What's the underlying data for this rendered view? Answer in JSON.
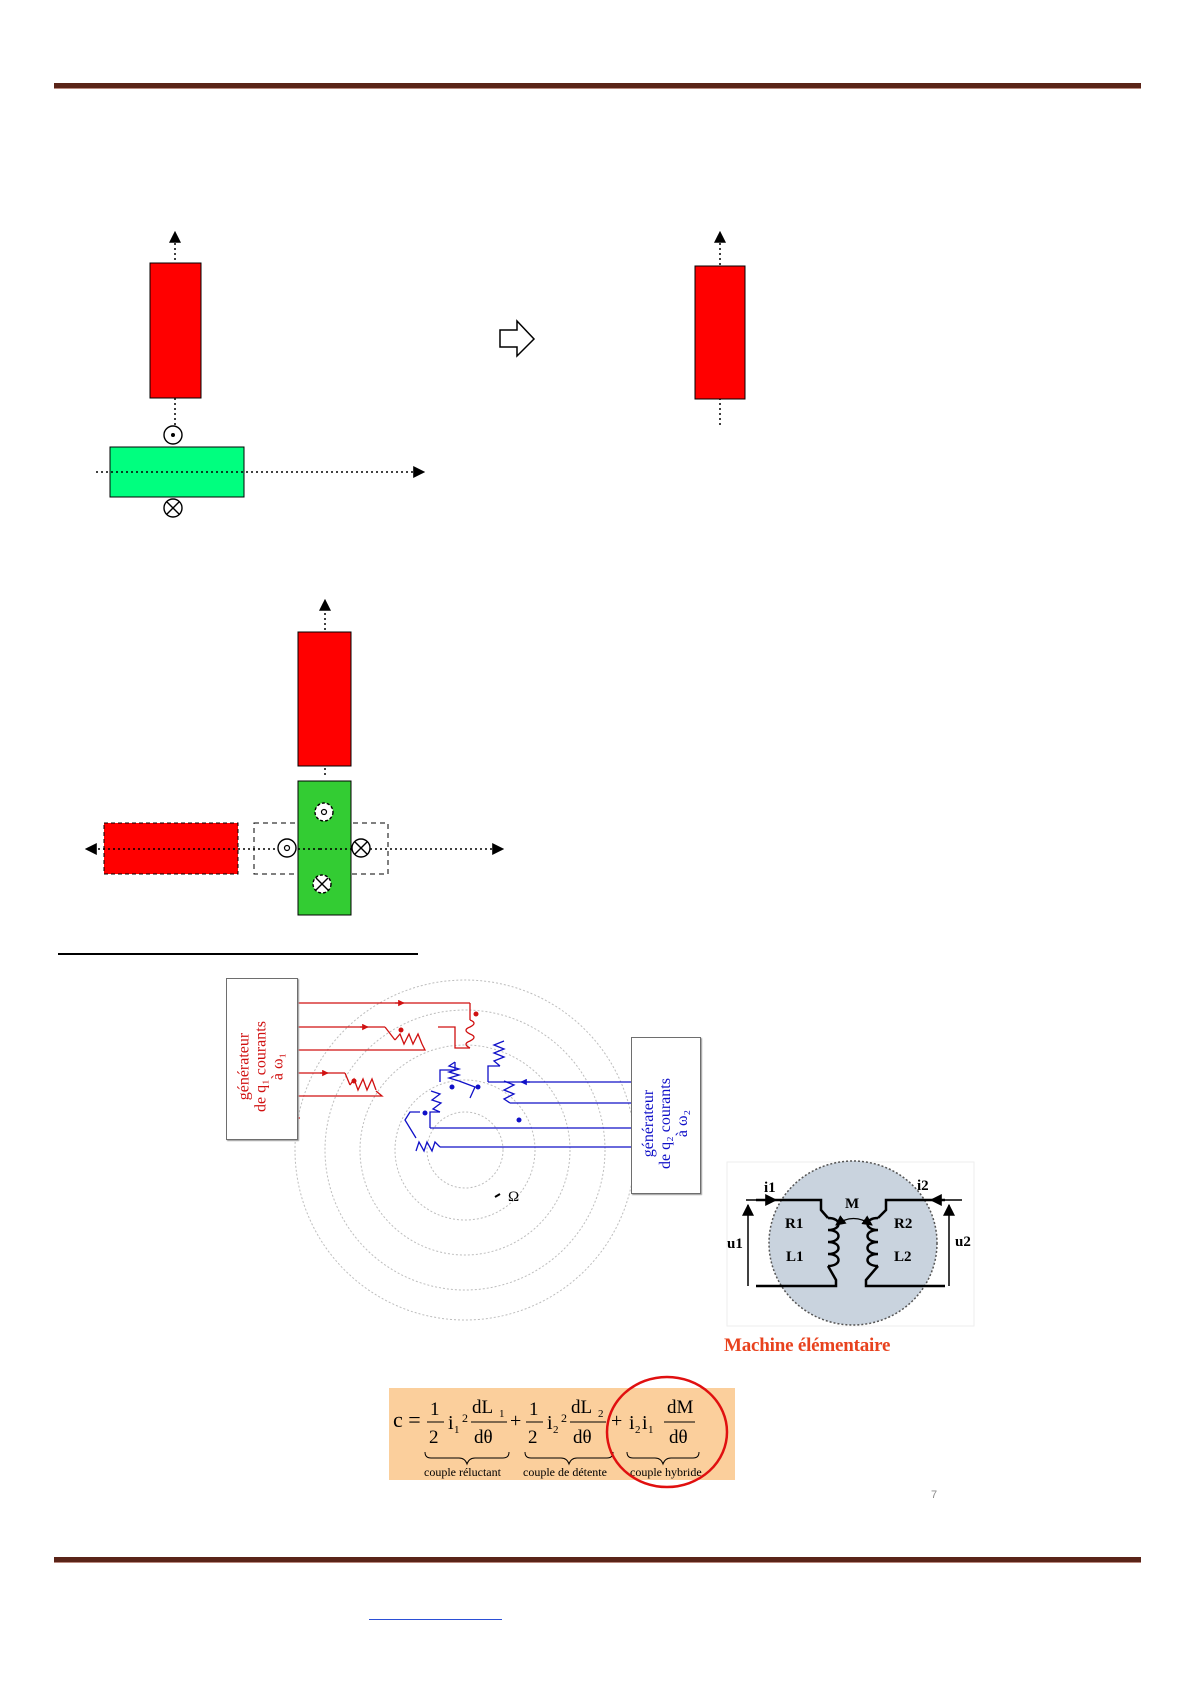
{
  "header": {
    "rule_color": "#5a2418"
  },
  "figure3": {
    "generator_left": {
      "line1": "générateur",
      "line2": "de q₁ courants",
      "line3": "à  ω₁"
    },
    "generator_right": {
      "line1": "générateur",
      "line2": "de q₂ courants",
      "line3": "à  ω₂"
    },
    "omega_label": "Ω"
  },
  "machine": {
    "labels": {
      "i1": "i1",
      "i2": "i2",
      "u1": "u1",
      "u2": "u2",
      "M": "M",
      "R1": "R1",
      "L1": "L1",
      "R2": "R2",
      "L2": "L2"
    },
    "caption": "Machine élémentaire"
  },
  "formula": {
    "c": "c =",
    "one": "1",
    "two": "2",
    "i1sq": "i",
    "sub1": "1",
    "sup2": "2",
    "dL1": "dL",
    "dL2": "dL",
    "dtheta": "dθ",
    "plus": "+",
    "i2i1": "i",
    "dM": "dM",
    "brace1": "couple réluctant",
    "brace2": "couple de détente",
    "brace3": "couple hybride"
  },
  "page_number": "7",
  "colors": {
    "magnet_red": "#ff0000",
    "rotor_green_light": "#00ff7f",
    "rotor_green": "#33cc33",
    "circuit_red": "#d01010",
    "circuit_blue": "#1010c8",
    "machine_fill": "#c9d3de",
    "caption": "#e8421e",
    "formula_bg": "#fbcf9c"
  }
}
